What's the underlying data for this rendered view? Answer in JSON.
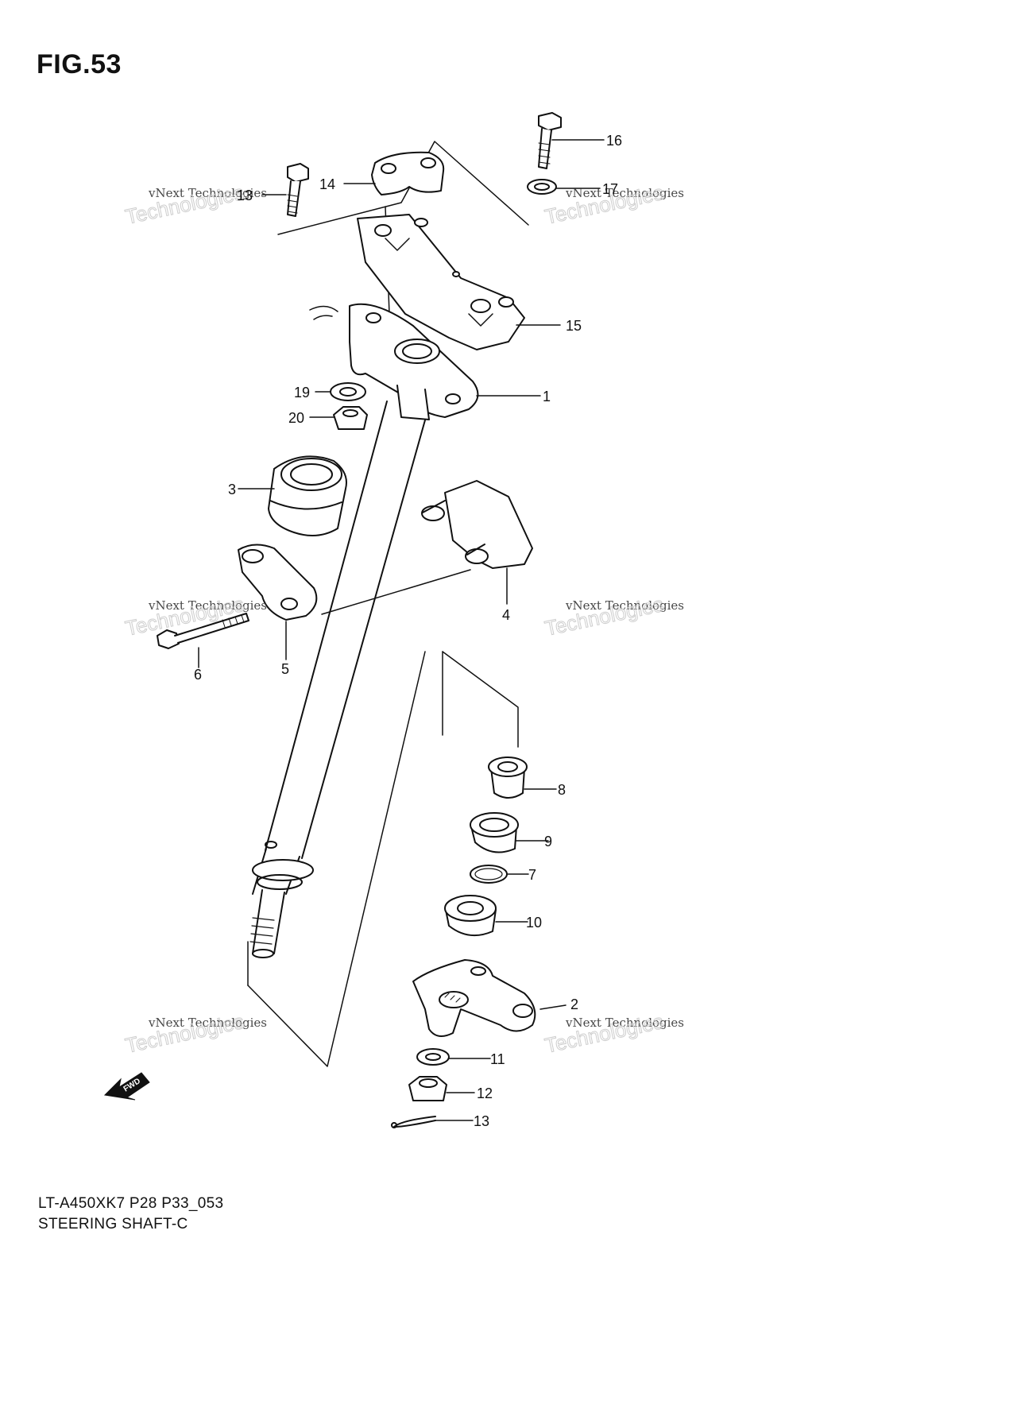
{
  "figure_title": "FIG.53",
  "caption_code": "LT-A450XK7 P28 P33_053",
  "caption_name": "STEERING SHAFT-C",
  "fwd_label": "FWD",
  "watermark": {
    "line1": "vNext Technologies",
    "line2": "Technologies"
  },
  "callouts": [
    {
      "id": "c16",
      "label": "16"
    },
    {
      "id": "c17",
      "label": "17"
    },
    {
      "id": "c13top",
      "label": "13"
    },
    {
      "id": "c14",
      "label": "14"
    },
    {
      "id": "c15",
      "label": "15"
    },
    {
      "id": "c1",
      "label": "1"
    },
    {
      "id": "c19",
      "label": "19"
    },
    {
      "id": "c20",
      "label": "20"
    },
    {
      "id": "c3",
      "label": "3"
    },
    {
      "id": "c4",
      "label": "4"
    },
    {
      "id": "c6",
      "label": "6"
    },
    {
      "id": "c5",
      "label": "5"
    },
    {
      "id": "c8",
      "label": "8"
    },
    {
      "id": "c9",
      "label": "9"
    },
    {
      "id": "c7",
      "label": "7"
    },
    {
      "id": "c10",
      "label": "10"
    },
    {
      "id": "c2",
      "label": "2"
    },
    {
      "id": "c11",
      "label": "11"
    },
    {
      "id": "c12",
      "label": "12"
    },
    {
      "id": "c13bot",
      "label": "13"
    }
  ]
}
